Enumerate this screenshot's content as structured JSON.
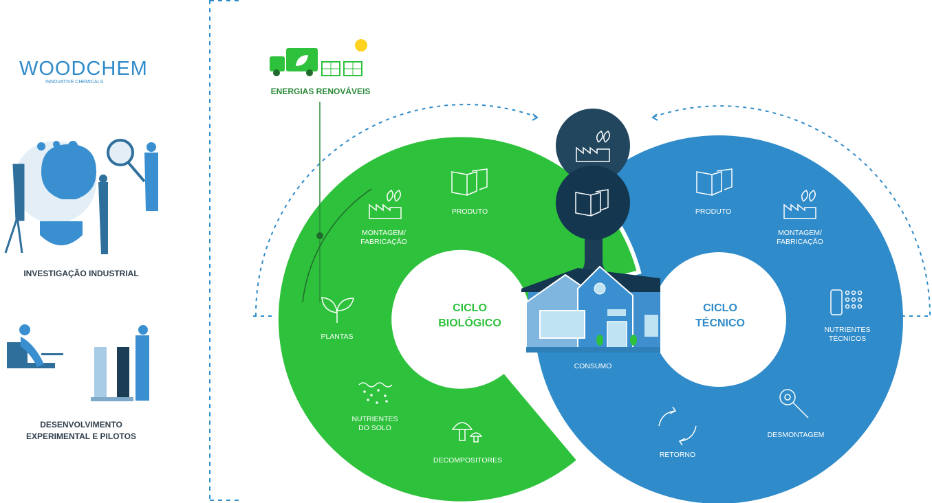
{
  "logo": {
    "name": "WOODCHEM",
    "tagline": "INNOVATIVE CHEMICALS"
  },
  "left_panel": {
    "research_caption": "INVESTIGAÇÃO INDUSTRIAL",
    "development_caption_line1": "DESENVOLVIMENTO",
    "development_caption_line2": "EXPERIMENTAL E PILOTOS"
  },
  "renewables": {
    "label": "ENERGIAS RENOVÁVEIS"
  },
  "biological_cycle": {
    "title_line1": "CICLO",
    "title_line2": "BIOLÓGICO",
    "steps": {
      "assembly_line1": "MONTAGEM/",
      "assembly_line2": "FABRICAÇÃO",
      "product": "PRODUTO",
      "plants": "PLANTAS",
      "soil_line1": "NUTRIENTES",
      "soil_line2": "DO SOLO",
      "decomposers": "DECOMPOSITORES"
    }
  },
  "technical_cycle": {
    "title_line1": "CICLO",
    "title_line2": "TÉCNICO",
    "steps": {
      "product": "PRODUTO",
      "assembly_line1": "MONTAGEM/",
      "assembly_line2": "FABRICAÇÃO",
      "nutrients_line1": "NUTRIENTES",
      "nutrients_line2": "TÉCNICOS",
      "disassembly": "DESMONTAGEM",
      "return": "RETORNO"
    }
  },
  "consumption": {
    "label": "CONSUMO"
  },
  "colors": {
    "green": "#2ec13c",
    "blue": "#2f8bc9",
    "navy": "#1c3e55",
    "text": "#2f3f4c"
  }
}
